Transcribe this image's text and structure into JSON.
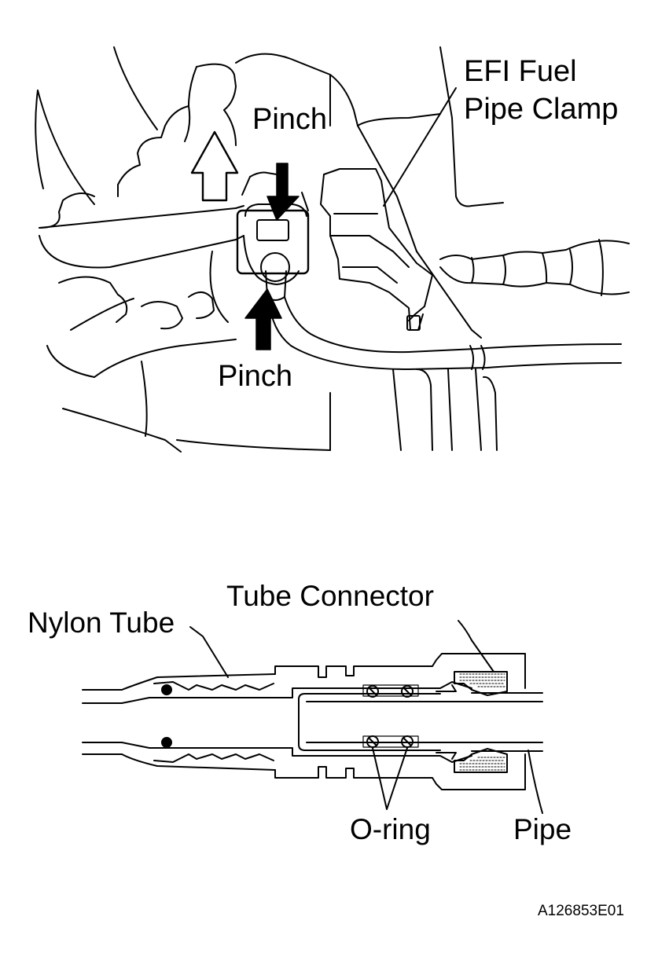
{
  "top_diagram": {
    "pinch_upper": "Pinch",
    "pinch_lower": "Pinch",
    "clamp_label_line1": "EFI Fuel",
    "clamp_label_line2": "Pipe Clamp"
  },
  "bottom_diagram": {
    "tube_connector": "Tube Connector",
    "nylon_tube": "Nylon Tube",
    "o_ring": "O-ring",
    "pipe": "Pipe"
  },
  "figure_id": "A126853E01",
  "colors": {
    "ink": "#000000",
    "paper": "#ffffff"
  }
}
